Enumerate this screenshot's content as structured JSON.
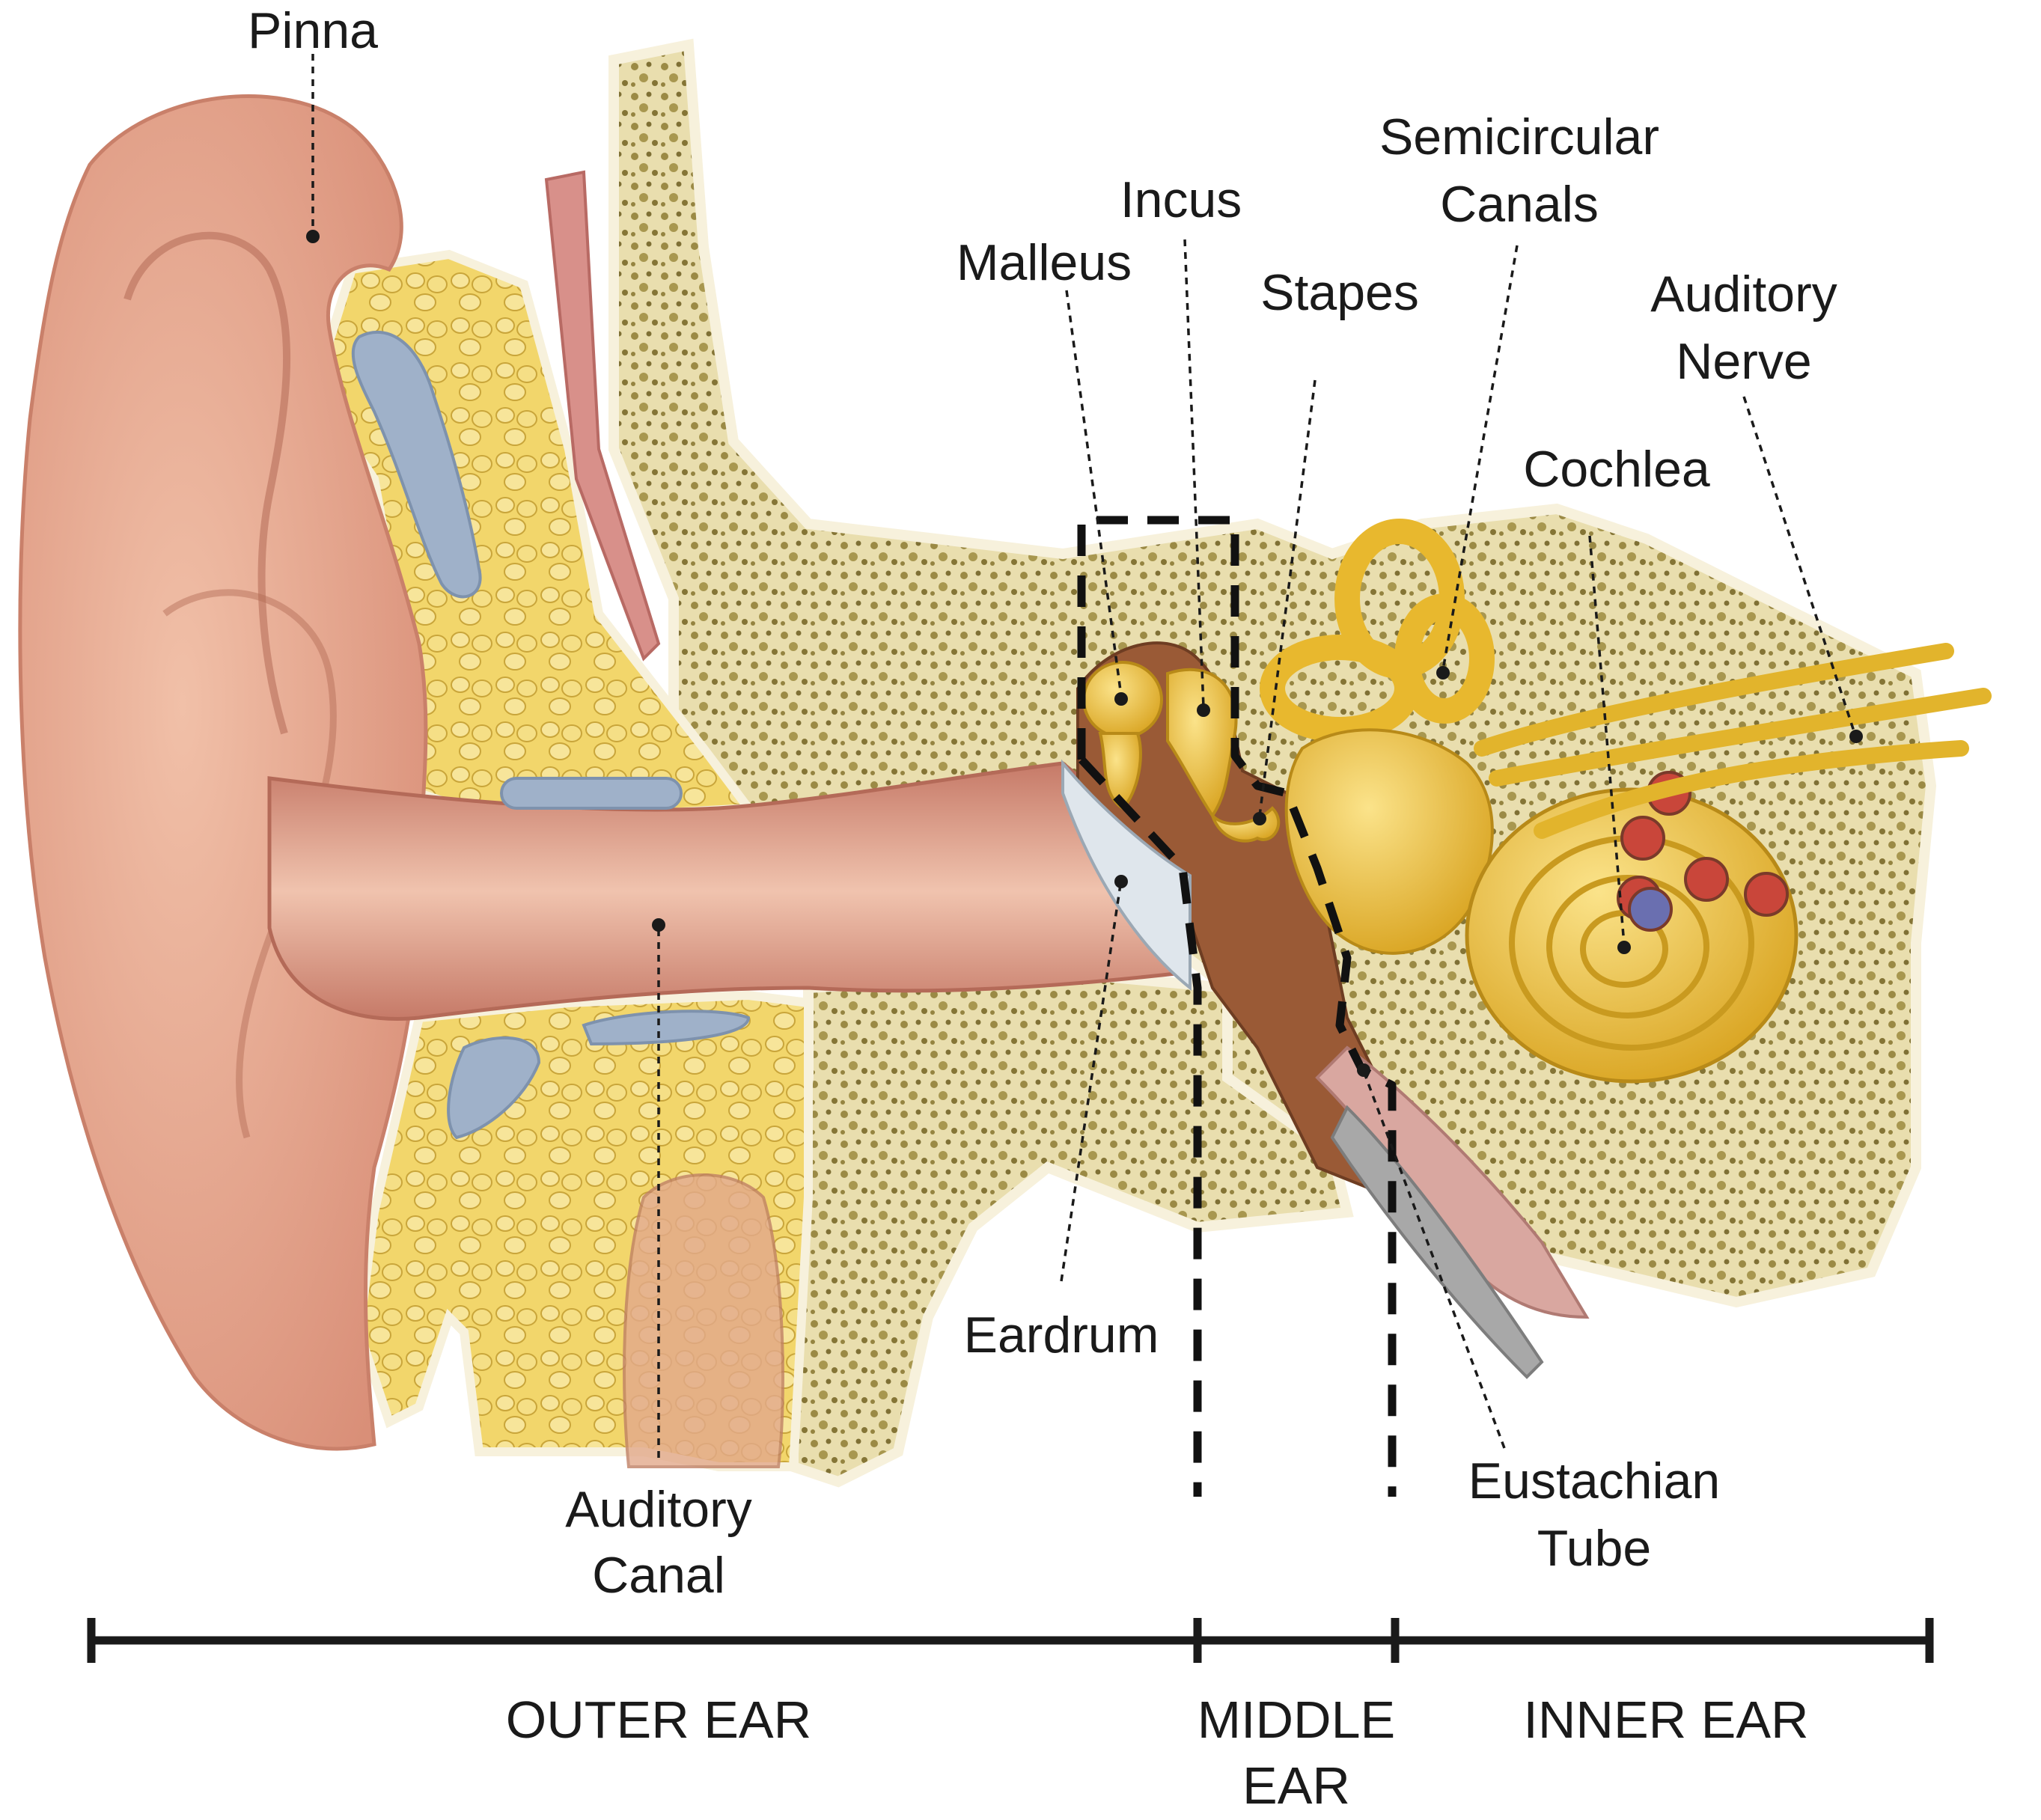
{
  "labels": {
    "pinna": "Pinna",
    "incus": "Incus",
    "malleus": "Malleus",
    "stapes": "Stapes",
    "semicircular_1": "Semicircular",
    "semicircular_2": "Canals",
    "auditory_nerve_1": "Auditory",
    "auditory_nerve_2": "Nerve",
    "cochlea": "Cochlea",
    "eardrum": "Eardrum",
    "auditory_canal_1": "Auditory",
    "auditory_canal_2": "Canal",
    "eustachian_1": "Eustachian",
    "eustachian_2": "Tube"
  },
  "regions": {
    "outer": "OUTER EAR",
    "middle_1": "MIDDLE",
    "middle_2": "EAR",
    "inner": "INNER EAR"
  },
  "colors": {
    "skin": "#e8a890",
    "skin_dark": "#c97b68",
    "fat": "#f2d66b",
    "bone": "#e9deae",
    "bone_speckle": "#8a7a3a",
    "cartilage": "#9fb1c9",
    "ossicle": "#f0c53a",
    "cavity": "#9a5a36",
    "eardrum": "#dfe6ec",
    "nerve": "#f3cc44",
    "ink": "#1a1a1a"
  }
}
